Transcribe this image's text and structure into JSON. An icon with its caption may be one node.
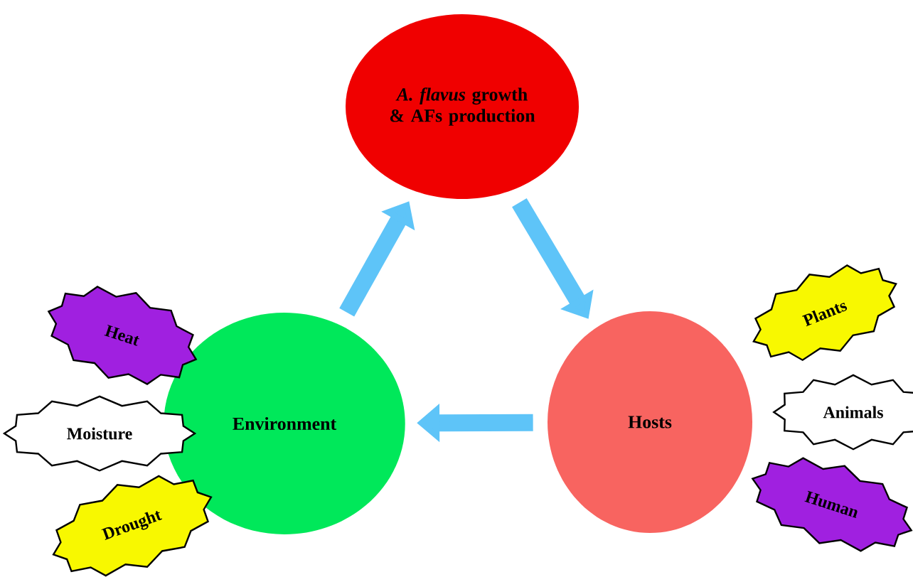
{
  "diagram": {
    "nodes": [
      {
        "text": [
          "*A. flavus* growth & AFs production"
        ]
      },
      {
        "text": [
          "Environment"
        ]
      },
      {
        "text": [
          "Hosts"
        ]
      },
      {
        "text": [
          "Heat"
        ]
      },
      {
        "text": [
          "Moisture"
        ]
      },
      {
        "text": [
          "Drought"
        ]
      },
      {
        "text": [
          "Plants"
        ]
      },
      {
        "text": [
          "Animals"
        ]
      },
      {
        "text": [
          "Human"
        ]
      }
    ],
    "edges": [
      {
        "from": 1,
        "to": 0,
        "arrow": "to"
      },
      {
        "from": 0,
        "to": 2,
        "arrow": "to"
      },
      {
        "from": 2,
        "to": 1,
        "arrow": "to"
      }
    ]
  }
}
